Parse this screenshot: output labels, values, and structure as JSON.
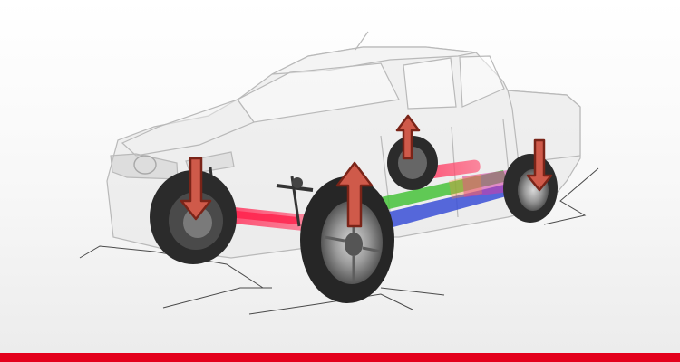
{
  "scene": {
    "subject": "pickup-truck-suspension-cutaway",
    "colors": {
      "accent": "#e3001b",
      "arrow_fill": "#cf5a4a",
      "arrow_stroke": "#7a2418",
      "green_beam": "#46c23a",
      "blue_beam": "#3a4fd6",
      "pink_beam": "#d63aa6",
      "body_line": "#b9b9b9",
      "tire": "#2b2b2b",
      "ground_line": "#4a4a4a"
    },
    "arrows": [
      {
        "id": "front-left-arrow",
        "direction": "down"
      },
      {
        "id": "front-right-arrow",
        "direction": "up"
      },
      {
        "id": "rear-left-arrow",
        "direction": "up"
      },
      {
        "id": "rear-right-arrow",
        "direction": "down"
      }
    ]
  }
}
